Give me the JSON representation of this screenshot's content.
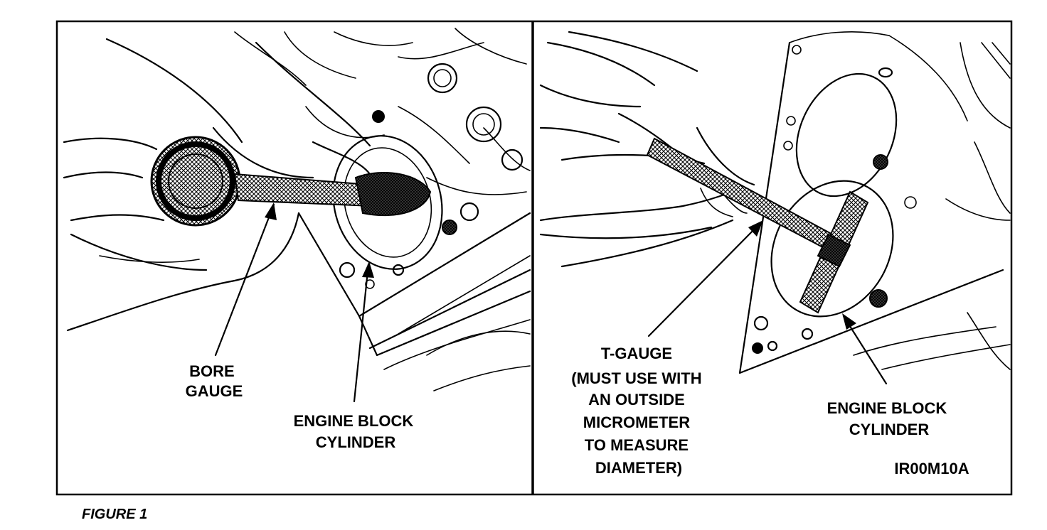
{
  "left_panel": {
    "bore_gauge_label": [
      "BORE",
      "GAUGE"
    ],
    "cylinder_label": [
      "ENGINE BLOCK",
      "CYLINDER"
    ]
  },
  "right_panel": {
    "t_gauge_label": [
      "T-GAUGE",
      "(MUST USE WITH",
      "AN OUTSIDE",
      "MICROMETER",
      "TO MEASURE",
      "DIAMETER)"
    ],
    "cylinder_label": [
      "ENGINE BLOCK",
      "CYLINDER"
    ],
    "image_code": "IR00M10A"
  },
  "caption": "FIGURE 1",
  "colors": {
    "ink": "#000000",
    "paper": "#ffffff"
  }
}
